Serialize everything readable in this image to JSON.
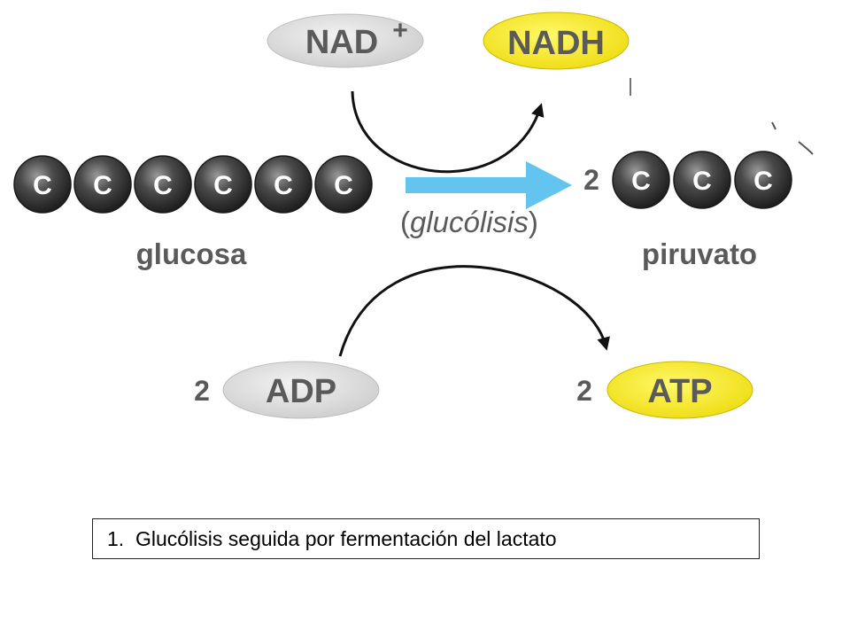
{
  "molecules": {
    "nad_plus": {
      "label": "NAD",
      "superscript": "+"
    },
    "nadh": {
      "label": "NADH"
    },
    "adp": {
      "label": "ADP",
      "coefficient": "2"
    },
    "atp": {
      "label": "ATP",
      "coefficient": "2"
    }
  },
  "glucose": {
    "name": "glucosa",
    "atoms": [
      "C",
      "C",
      "C",
      "C",
      "C",
      "C"
    ]
  },
  "pyruvate": {
    "name": "piruvato",
    "coefficient": "2",
    "atoms": [
      "C",
      "C",
      "C"
    ]
  },
  "process": {
    "open": "(",
    "name": "glucólisis",
    "close": ")"
  },
  "caption": {
    "number": "1.",
    "text": "Glucólisis seguida por fermentación del lactato"
  },
  "colors": {
    "oxidized_carrier": "#e2e2e2",
    "reduced_carrier": "#f7ee2a",
    "carbon_dark": "#3a3a3a",
    "arrow_blue": "#62c4ef",
    "label_gray": "#5a5a5a"
  }
}
